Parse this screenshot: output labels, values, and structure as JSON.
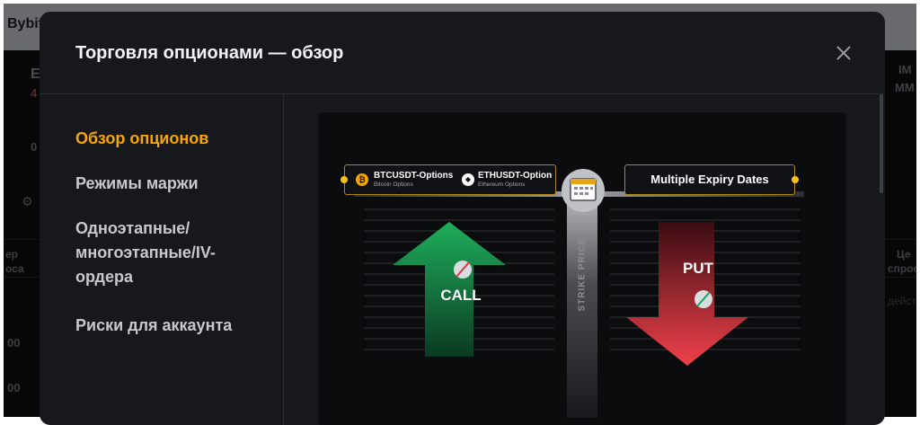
{
  "background": {
    "brand": "Bybit",
    "fragments": {
      "left_e": "E",
      "left_4": "4",
      "left_0": "0",
      "col_left_1": "ер",
      "col_left_2": "оса",
      "row1_left": "00",
      "row2_left": "00",
      "right_im": "IM",
      "right_mm": "MM",
      "col_right_1": "Це",
      "col_right_2": "спрос",
      "right_deistv": "дейст"
    }
  },
  "modal": {
    "title": "Торговля опционами — обзор",
    "close_icon": "close-icon",
    "nav": [
      {
        "label": "Обзор опционов",
        "active": true
      },
      {
        "label": "Режимы маржи",
        "active": false
      },
      {
        "label": "Одноэтапные/многоэтапные/IV-ордера",
        "active": false
      },
      {
        "label": "Риски для аккаунта",
        "active": false
      }
    ],
    "accent_color": "#f7a600"
  },
  "illustration": {
    "btc": {
      "name": "BTCUSDT-Options",
      "sub": "Bitcoin Options",
      "icon": "bitcoin-icon",
      "color": "#f7a600"
    },
    "eth": {
      "name": "ETHUSDT-Option",
      "sub": "Ethereum Options",
      "icon": "ethereum-icon"
    },
    "expiry": "Multiple Expiry Dates",
    "calendar_icon": "calendar-icon",
    "call": {
      "label": "CALL",
      "color": "#1ea35a"
    },
    "put": {
      "label": "PUT",
      "color": "#e8343d"
    },
    "strike": "STRIKE PRICE"
  }
}
